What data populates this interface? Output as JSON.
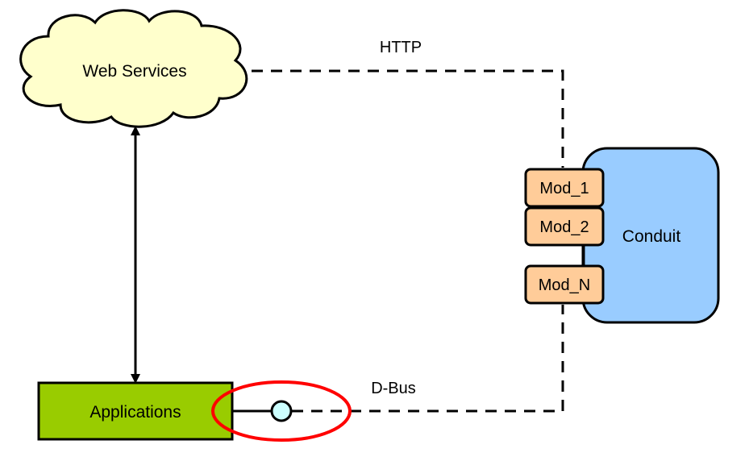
{
  "nodes": {
    "web_services": "Web Services",
    "applications": "Applications",
    "conduit": "Conduit",
    "modules": [
      "Mod_1",
      "Mod_2",
      "Mod_N"
    ]
  },
  "connections": {
    "http": "HTTP",
    "dbus": "D-Bus"
  },
  "colors": {
    "cloud_fill": "#ffffcc",
    "applications_fill": "#99cc00",
    "conduit_fill": "#99ccff",
    "module_fill": "#ffcc99",
    "socket_fill": "#ccffff",
    "highlight_ellipse": "#ff0000"
  }
}
